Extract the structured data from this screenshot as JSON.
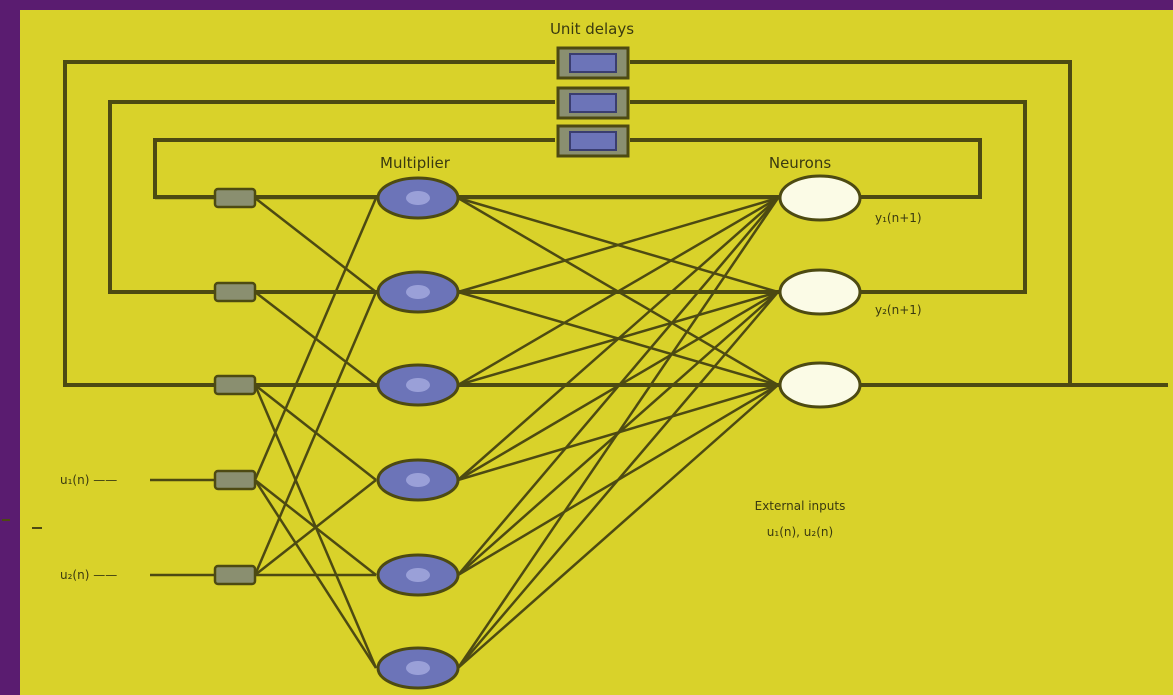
{
  "diagram": {
    "colors": {
      "background": "#d9d22a",
      "border": "#5a1c70",
      "line": "#4d4a12",
      "hidden_node_fill": "#6c74b8",
      "output_node_fill": "#fbfbe6",
      "delay_box_fill": "#6c74b8"
    },
    "labels": {
      "unit_delays": "Unit delays",
      "multiplier_layer": "Multiplier",
      "neurons_layer": "Neurons",
      "output_1": "y₁(n+1)",
      "output_2": "y₂(n+1)",
      "input_1": "u₁(n) ——",
      "input_2": "u₂(n) ——",
      "external_inputs_line1": "External inputs",
      "external_inputs_line2": "u₁(n), u₂(n)"
    },
    "nodes": {
      "input_count": 5,
      "multiplier_count": 6,
      "neuron_count": 3,
      "delay_count": 3
    }
  }
}
